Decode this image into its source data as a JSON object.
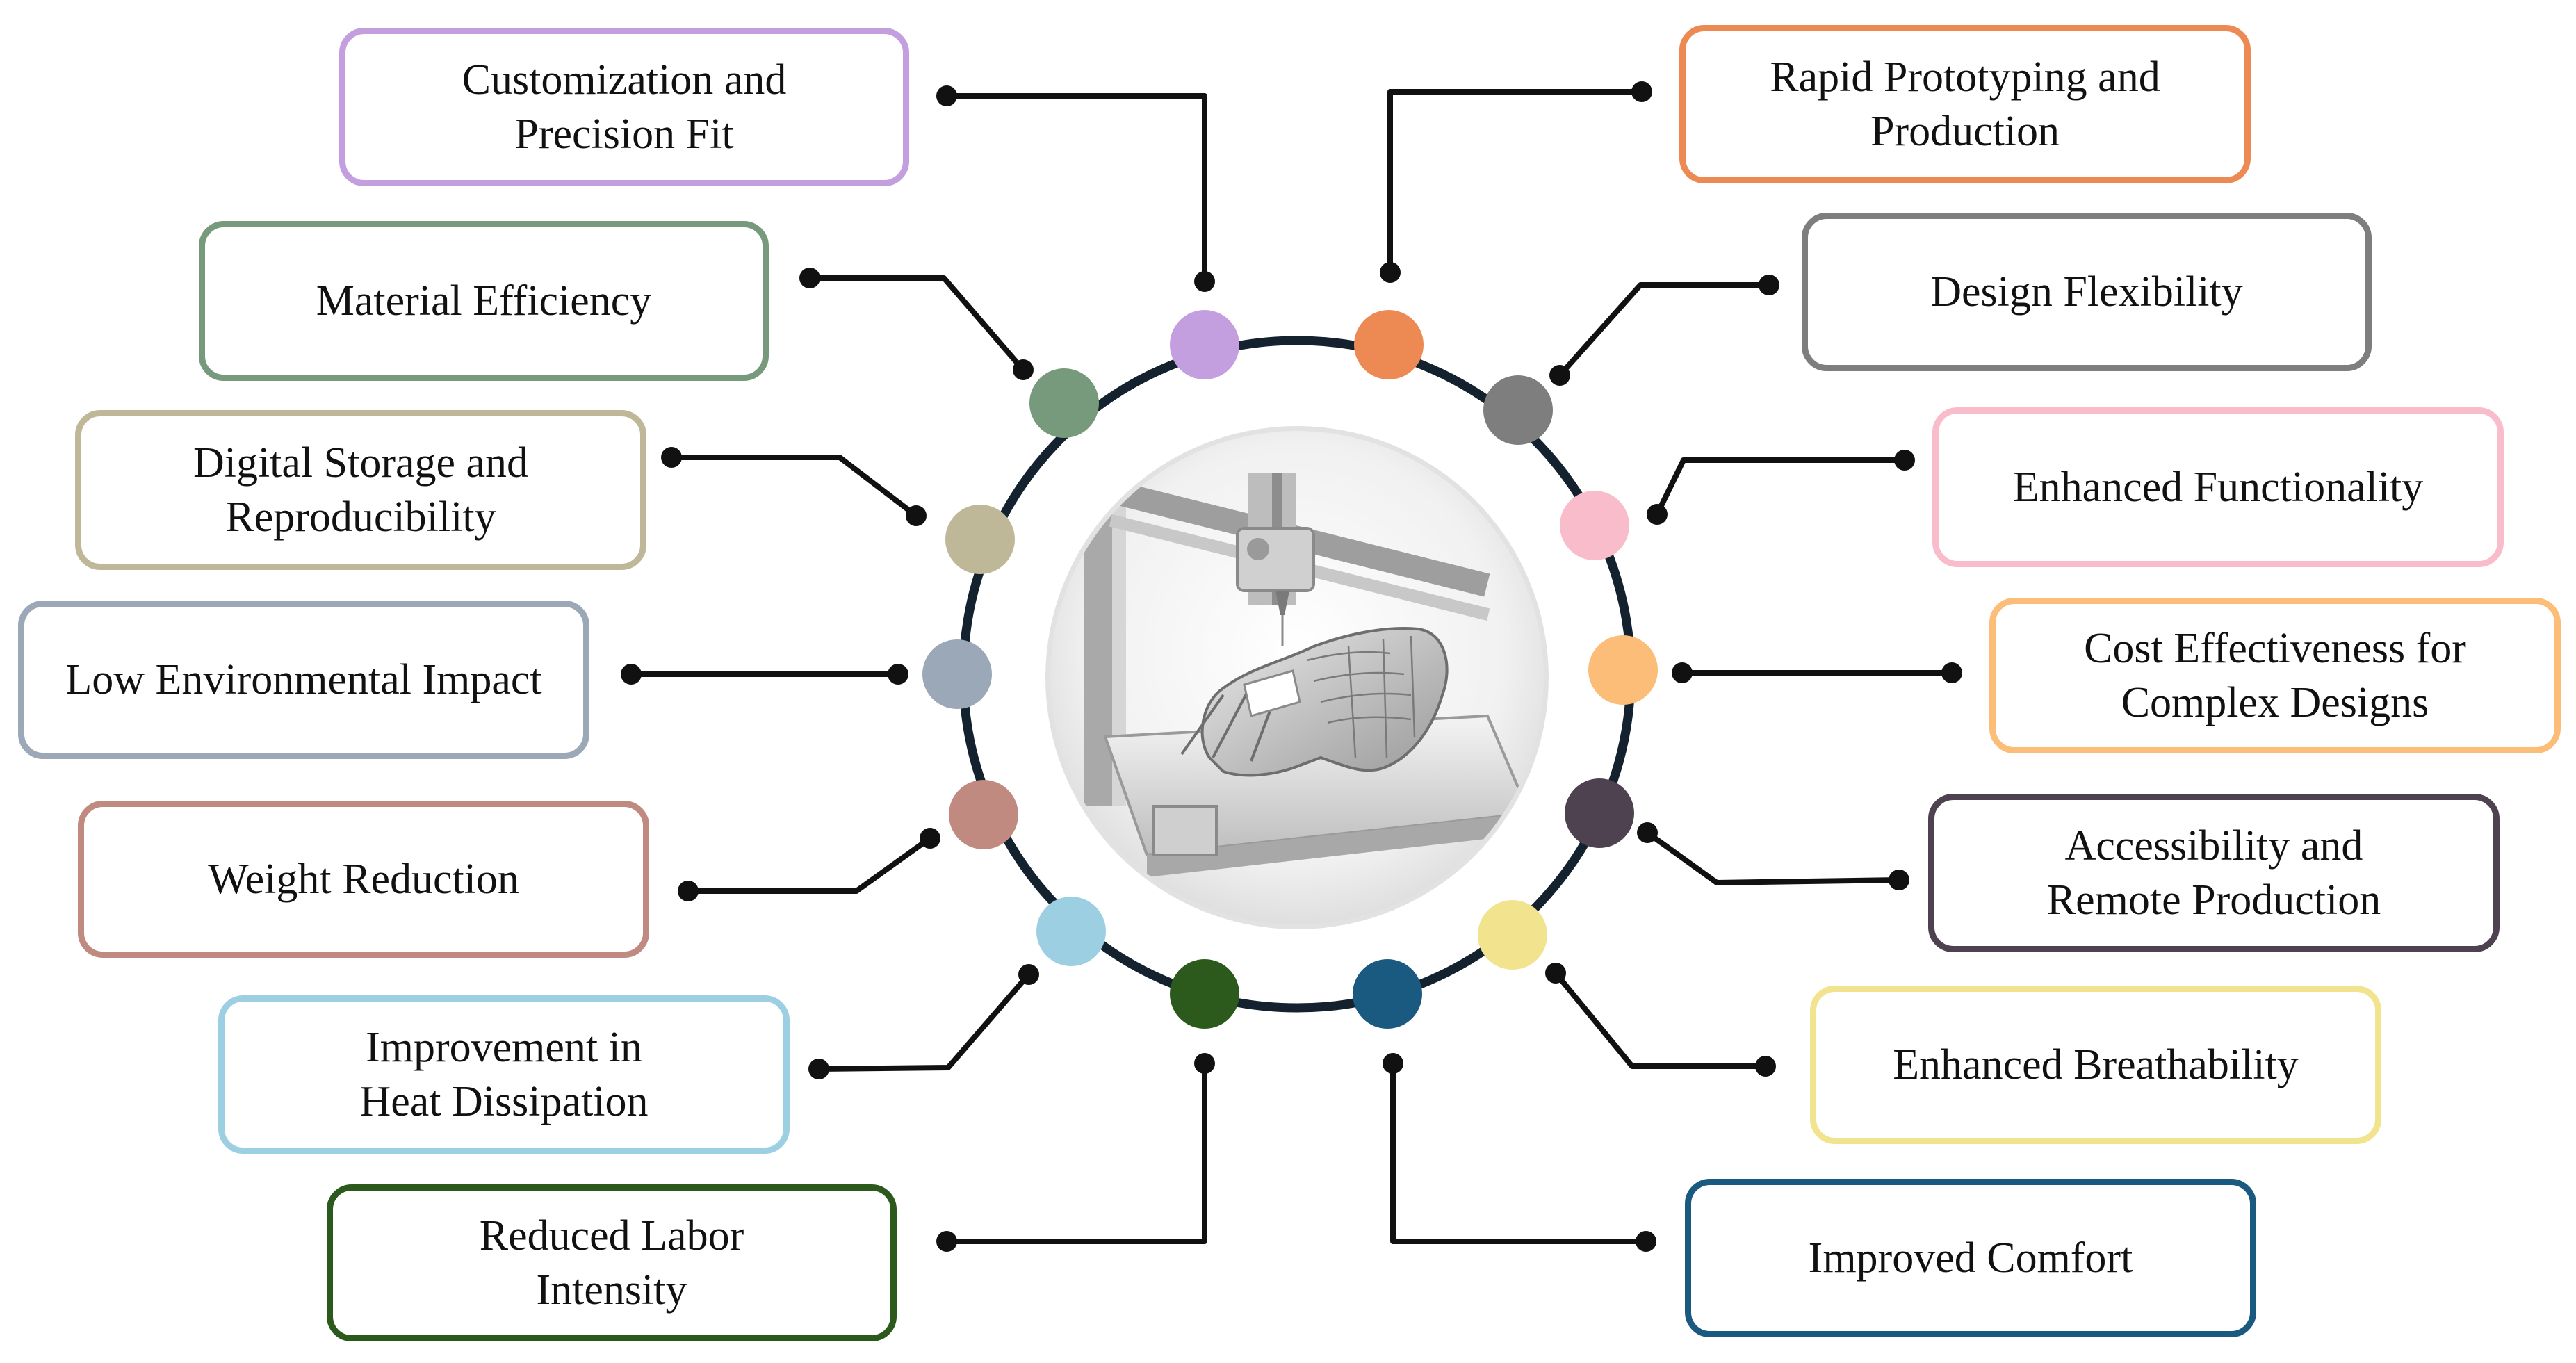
{
  "diagram": {
    "ring_color": "#13222e",
    "connector_color": "#111111",
    "items": [
      {
        "id": "customization",
        "text": "Customization and\nPrecision Fit",
        "color": "#c39fe0"
      },
      {
        "id": "rapid-prototyping",
        "text": "Rapid Prototyping and\nProduction",
        "color": "#ed8a54"
      },
      {
        "id": "material-efficiency",
        "text": "Material Efficiency",
        "color": "#789a7c"
      },
      {
        "id": "design-flexibility",
        "text": "Design Flexibility",
        "color": "#7e7e7e"
      },
      {
        "id": "digital-storage",
        "text": "Digital Storage and\nReproducibility",
        "color": "#bfb898"
      },
      {
        "id": "enhanced-functionality",
        "text": "Enhanced Functionality",
        "color": "#f8bccb"
      },
      {
        "id": "low-environmental-impact",
        "text": "Low Environmental Impact",
        "color": "#9aa8b8"
      },
      {
        "id": "cost-effectiveness",
        "text": "Cost Effectiveness for\nComplex Designs",
        "color": "#fbbd78"
      },
      {
        "id": "weight-reduction",
        "text": "Weight Reduction",
        "color": "#c18a80"
      },
      {
        "id": "accessibility",
        "text": "Accessibility and\nRemote Production",
        "color": "#4e4150"
      },
      {
        "id": "heat-dissipation",
        "text": "Improvement in\nHeat Dissipation",
        "color": "#9ccfe2"
      },
      {
        "id": "enhanced-breathability",
        "text": "Enhanced Breathability",
        "color": "#f2e38e"
      },
      {
        "id": "reduced-labor",
        "text": "Reduced Labor\nIntensity",
        "color": "#2c5a1c"
      },
      {
        "id": "improved-comfort",
        "text": "Improved Comfort",
        "color": "#1b5a80"
      }
    ]
  }
}
